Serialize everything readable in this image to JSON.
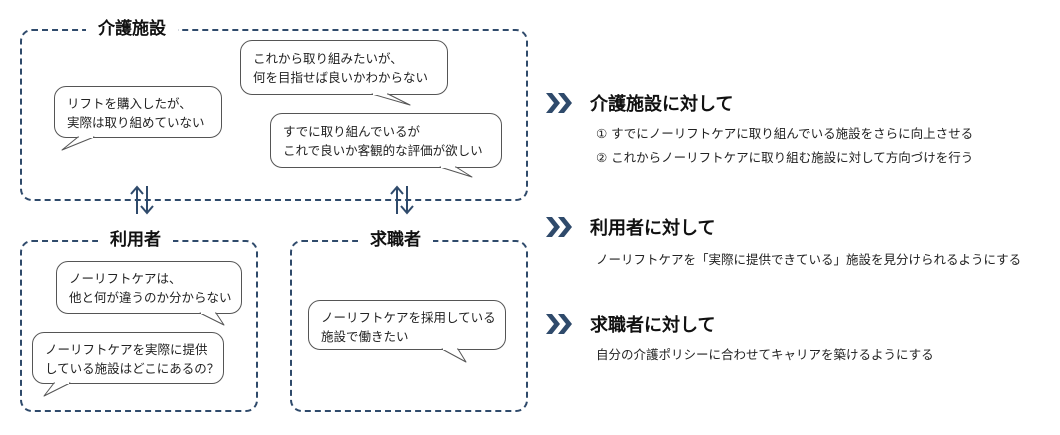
{
  "colors": {
    "accent": "#2f4a6b",
    "bubble_border": "#555555",
    "text": "#222222"
  },
  "groups": {
    "facility": {
      "title": "介護施設",
      "bubbles": [
        {
          "lines": [
            "これから取り組みたいが、",
            "何を目指せば良いかわからない"
          ]
        },
        {
          "lines": [
            "リフトを購入したが、",
            "実際は取り組めていない"
          ]
        },
        {
          "lines": [
            "すでに取り組んでいるが",
            "これで良いか客観的な評価が欲しい"
          ]
        }
      ]
    },
    "user": {
      "title": "利用者",
      "bubbles": [
        {
          "lines": [
            "ノーリフトケアは、",
            "他と何が違うのか分からない"
          ]
        },
        {
          "lines": [
            "ノーリフトケアを実際に提供",
            "している施設はどこにあるの？"
          ]
        }
      ]
    },
    "jobseeker": {
      "title": "求職者",
      "bubbles": [
        {
          "lines": [
            "ノーリフトケアを採用している",
            "施設で働きたい"
          ]
        }
      ]
    }
  },
  "icons": {
    "exchange": "up-down-arrows-icon",
    "chevron": "double-chevron-right-icon"
  },
  "right": {
    "facility": {
      "heading": "介護施設に対して",
      "items": [
        "① すでにノーリフトケアに取り組んでいる施設をさらに向上させる",
        "② これからノーリフトケアに取り組む施設に対して方向づけを行う"
      ]
    },
    "user": {
      "heading": "利用者に対して",
      "items": [
        "ノーリフトケアを「実際に提供できている」施設を見分けられるようにする"
      ]
    },
    "jobseeker": {
      "heading": "求職者に対して",
      "items": [
        "自分の介護ポリシーに合わせてキャリアを築けるようにする"
      ]
    }
  }
}
